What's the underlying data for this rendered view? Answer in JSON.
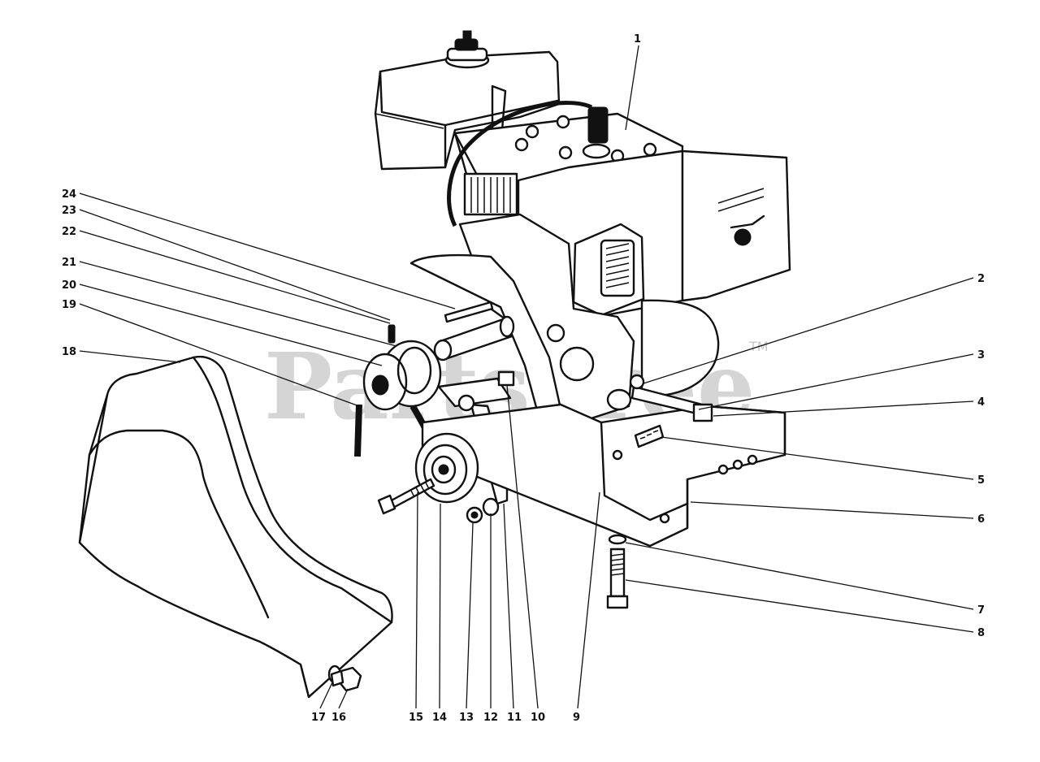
{
  "watermark": {
    "text": "PartsTree",
    "tm": "TM"
  },
  "labels": {
    "p1": "1",
    "p2": "2",
    "p3": "3",
    "p4": "4",
    "p5": "5",
    "p6": "6",
    "p7": "7",
    "p8": "8",
    "p9": "9",
    "p10": "10",
    "p11": "11",
    "p12": "12",
    "p13": "13",
    "p14": "14",
    "p15": "15",
    "p16": "16",
    "p17": "17",
    "p18": "18",
    "p19": "19",
    "p20": "20",
    "p21": "21",
    "p22": "22",
    "p23": "23",
    "p24": "24"
  }
}
